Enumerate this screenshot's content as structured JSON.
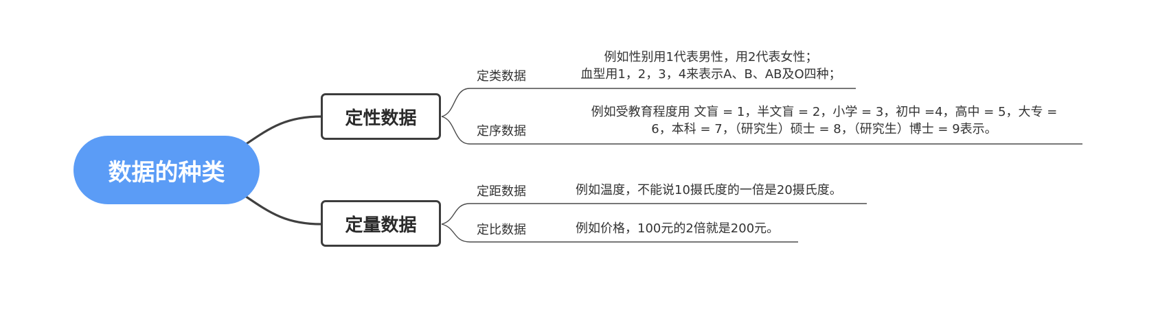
{
  "colors": {
    "root_fill": "#5b9cf6",
    "line": "#404040",
    "leaf_line": "#4a4a4a"
  },
  "root": {
    "label": "数据的种类"
  },
  "branches": [
    {
      "label": "定性数据",
      "children": [
        {
          "label": "定类数据",
          "description": [
            "例如性别用1代表男性，用2代表女性；",
            "血型用1，2，3，4来表示A、B、AB及O四种；"
          ]
        },
        {
          "label": "定序数据",
          "description": [
            "例如受教育程度用 文盲 = 1，半文盲 = 2，小学 = 3，初中 =4，高中 = 5，大专 =",
            "6，本科 = 7，（研究生）硕士 = 8，（研究生）博士 = 9表示。"
          ]
        }
      ]
    },
    {
      "label": "定量数据",
      "children": [
        {
          "label": "定距数据",
          "description": [
            "例如温度，不能说10摄氏度的一倍是20摄氏度。"
          ]
        },
        {
          "label": "定比数据",
          "description": [
            "例如价格，100元的2倍就是200元。"
          ]
        }
      ]
    }
  ]
}
